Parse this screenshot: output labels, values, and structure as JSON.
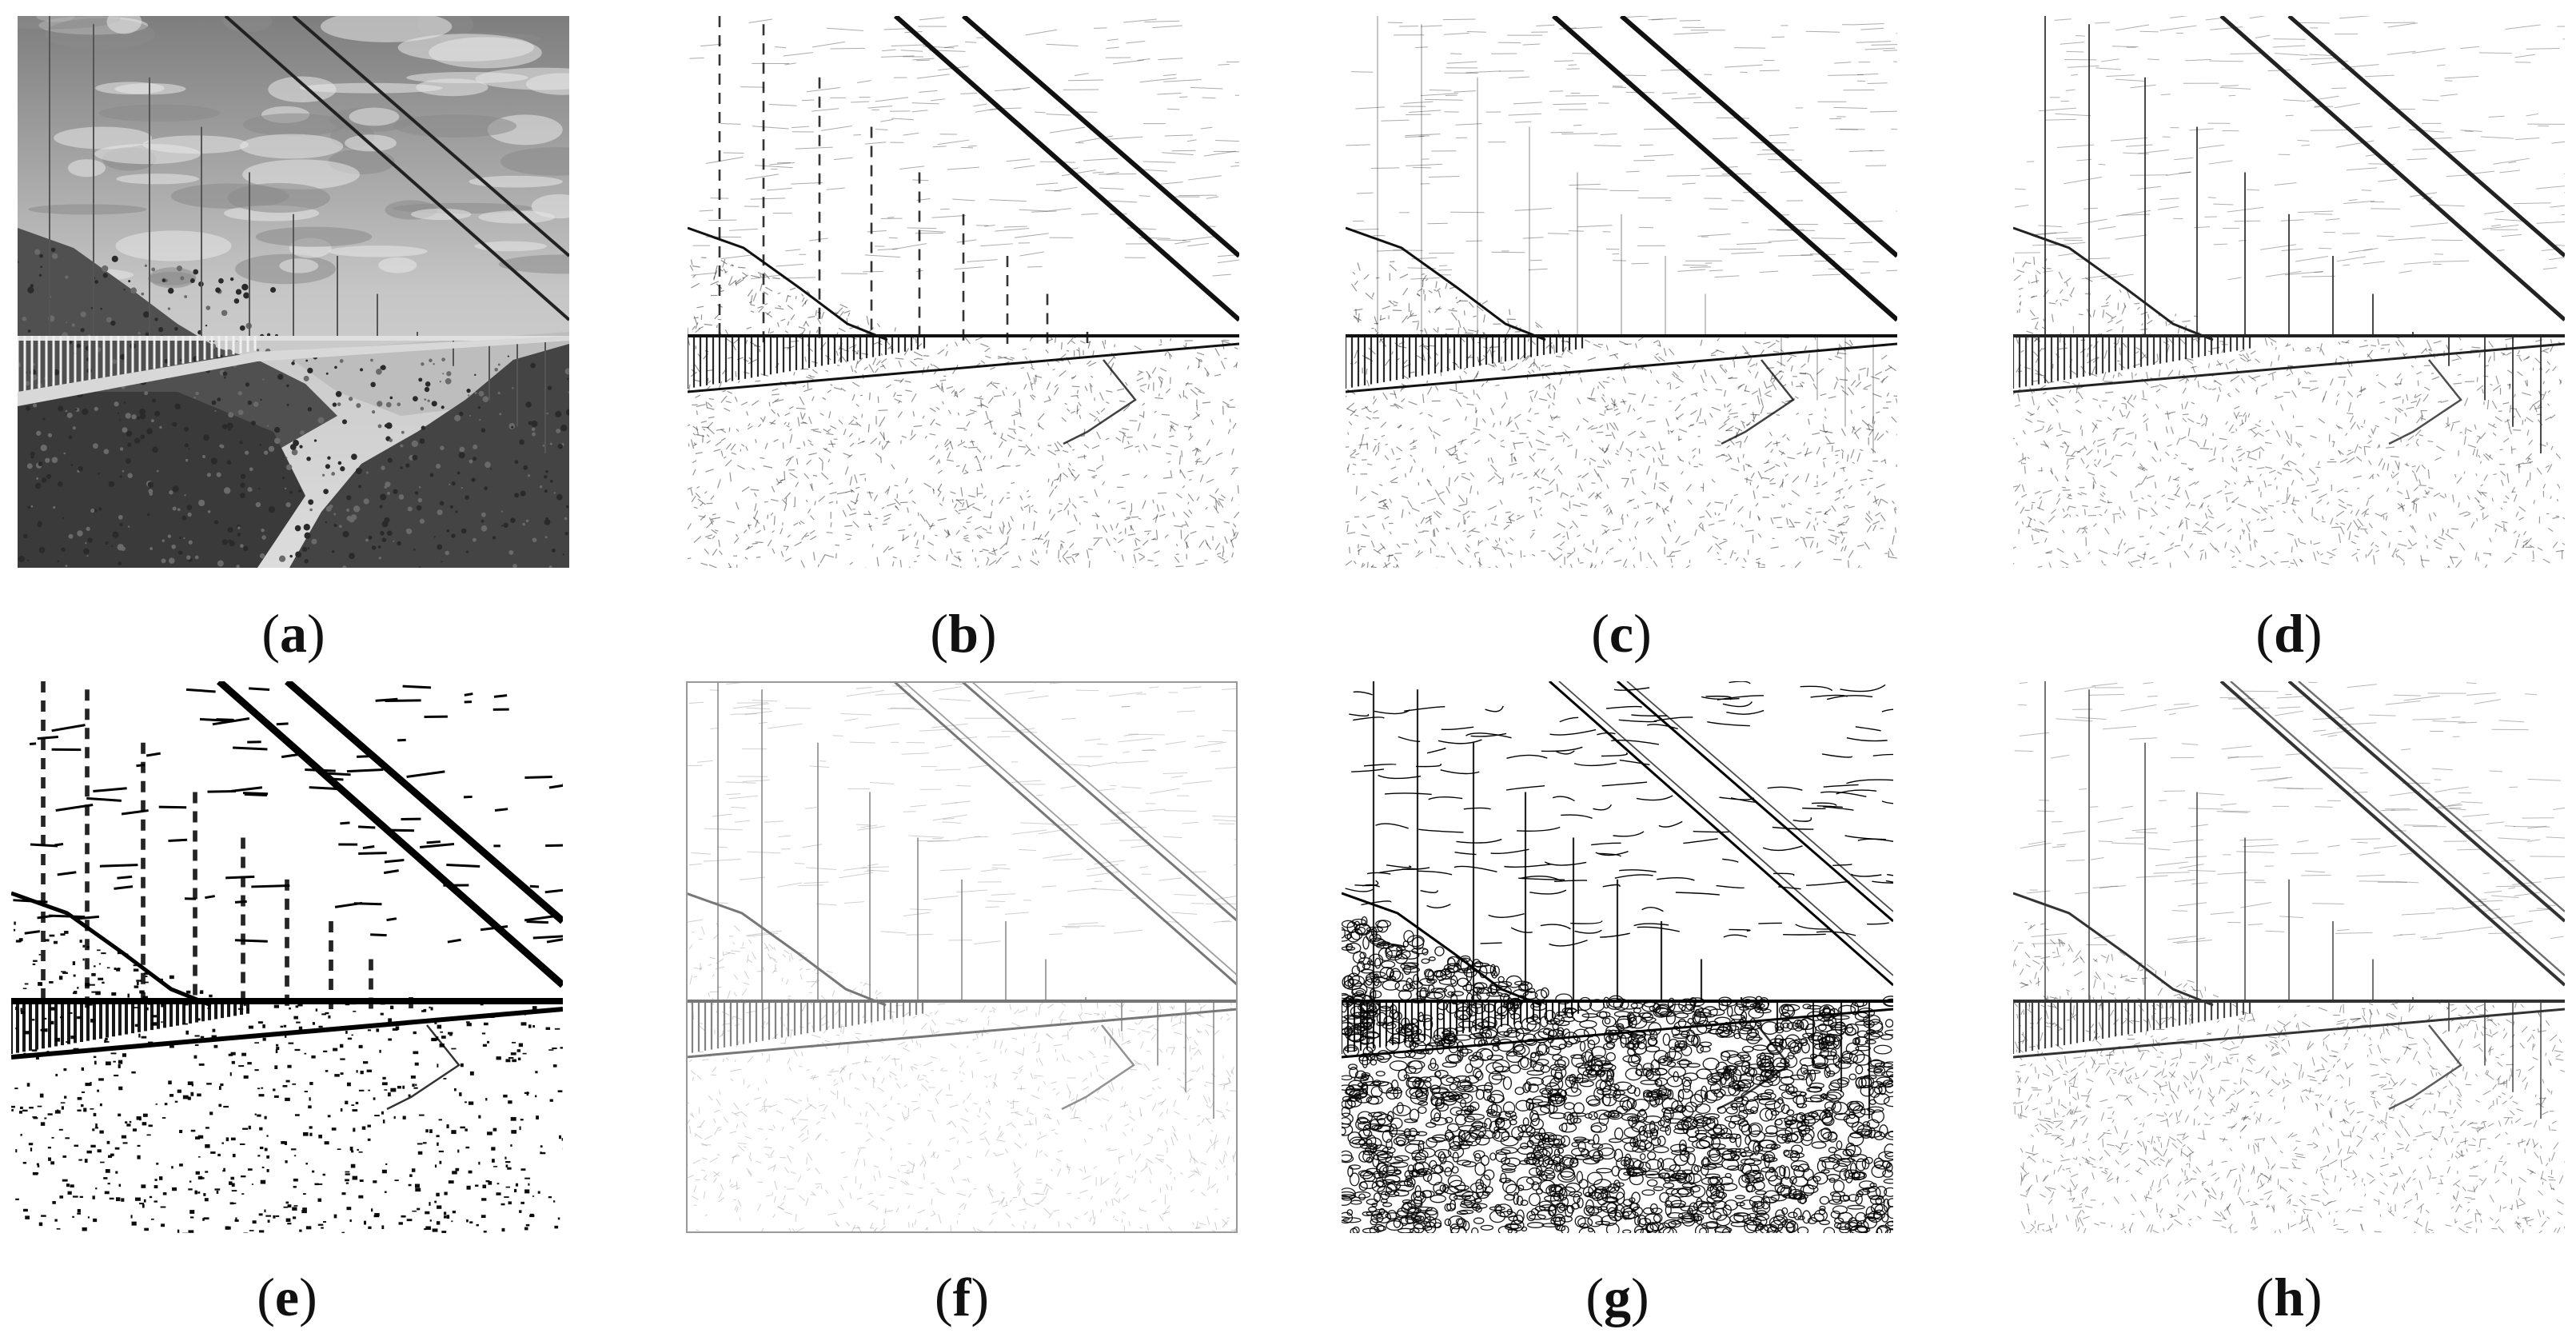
{
  "figure": {
    "panels": [
      {
        "id": "a",
        "label": "a",
        "style": "photo"
      },
      {
        "id": "b",
        "label": "b",
        "style": "edge-vertical"
      },
      {
        "id": "c",
        "label": "c",
        "style": "edge-horizontal"
      },
      {
        "id": "d",
        "label": "d",
        "style": "edge-combined"
      },
      {
        "id": "e",
        "label": "e",
        "style": "edge-binary"
      },
      {
        "id": "f",
        "label": "f",
        "style": "edge-faint"
      },
      {
        "id": "g",
        "label": "g",
        "style": "edge-contour"
      },
      {
        "id": "h",
        "label": "h",
        "style": "edge-fine"
      }
    ]
  }
}
